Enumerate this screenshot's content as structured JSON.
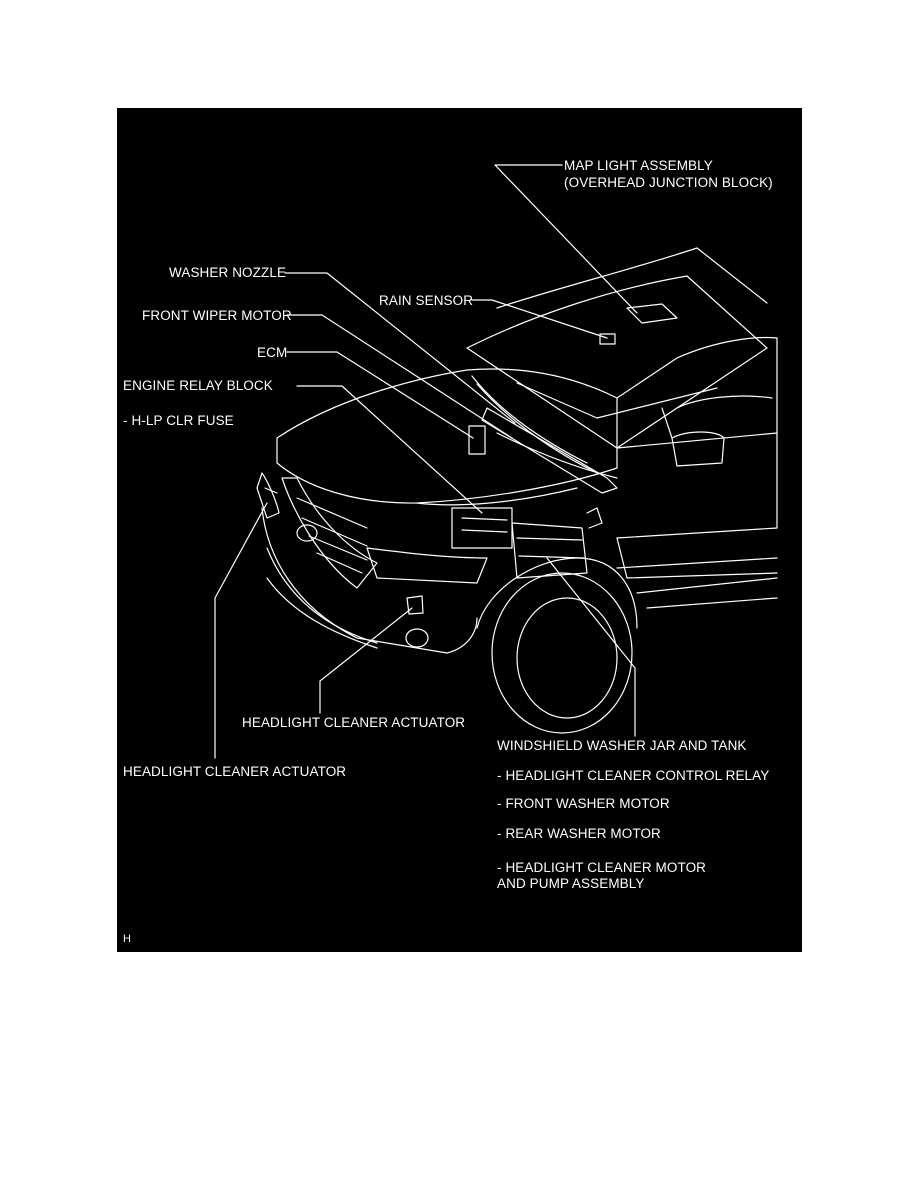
{
  "diagram": {
    "labels": {
      "map_light": "MAP LIGHT ASSEMBLY",
      "map_light_sub": "(OVERHEAD JUNCTION BLOCK)",
      "washer_nozzle": "WASHER NOZZLE",
      "rain_sensor": "RAIN SENSOR",
      "front_wiper_motor": "FRONT WIPER MOTOR",
      "ecm": "ECM",
      "engine_relay_block": "ENGINE RELAY BLOCK",
      "hlp_clr_fuse": "- H-LP CLR FUSE",
      "headlight_cleaner_actuator_right": "HEADLIGHT CLEANER ACTUATOR",
      "headlight_cleaner_actuator_left": "HEADLIGHT CLEANER ACTUATOR",
      "washer_jar_tank": "WINDSHIELD WASHER JAR AND TANK",
      "headlight_cleaner_control_relay": "- HEADLIGHT CLEANER CONTROL RELAY",
      "front_washer_motor": "- FRONT WASHER MOTOR",
      "rear_washer_motor": "- REAR WASHER MOTOR",
      "headlight_cleaner_motor": "- HEADLIGHT CLEANER MOTOR",
      "pump_assembly": "AND PUMP ASSEMBLY",
      "corner_code": "H"
    },
    "colors": {
      "background": "#000000",
      "line": "#ffffff",
      "text": "#ffffff"
    }
  }
}
